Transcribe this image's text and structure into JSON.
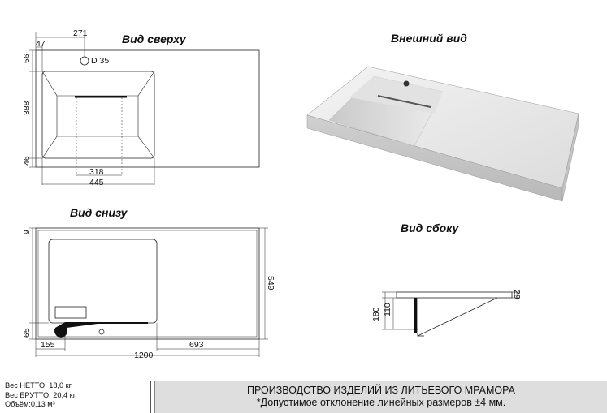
{
  "views": {
    "top_title": "Вид сверху",
    "exterior_title": "Внешний вид",
    "bottom_title": "Вид снизу",
    "side_title": "Вид сбоку"
  },
  "dims": {
    "top": {
      "offset_271": "271",
      "offset_47": "47",
      "d56": "56",
      "d388": "388",
      "d46": "46",
      "hole": "D 35",
      "w318": "318",
      "w445": "445"
    },
    "bottom": {
      "d9": "9",
      "d549": "549",
      "d65": "65",
      "d155": "155",
      "d693": "693",
      "d1200": "1200"
    },
    "side": {
      "d180": "180",
      "d110": "110",
      "d29": "29"
    }
  },
  "footer": {
    "net_weight": "Вес НЕТТО: 18,0 кг",
    "gross_weight": "Вес БРУТТО: 20,4 кг",
    "volume": "Объём:0,13 м³",
    "production": "ПРОИЗВОДСТВО ИЗДЕЛИЙ ИЗ ЛИТЬЕВОГО МРАМОРА",
    "tolerance": "*Допустимое отклонение линейных размеров ±4 мм."
  }
}
